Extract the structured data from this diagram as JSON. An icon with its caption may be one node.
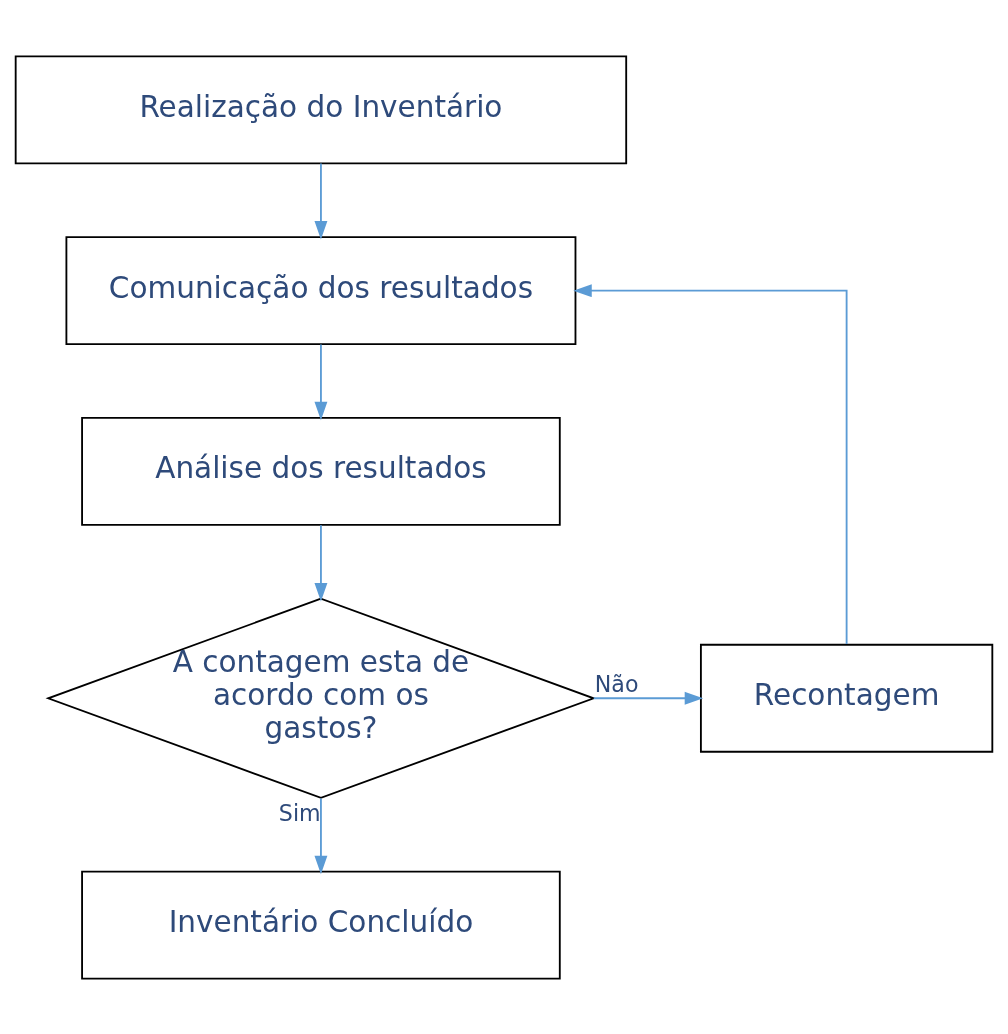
{
  "diagram": {
    "nodes": [
      {
        "text": [
          "Realização do Inventário"
        ]
      },
      {
        "text": [
          "Comunicação dos resultados"
        ]
      },
      {
        "text": [
          "Análise dos resultados"
        ]
      },
      {
        "text": [
          "A contagem esta de acordo com os gastos?"
        ]
      },
      {
        "text": [
          "Recontagem"
        ]
      },
      {
        "text": [
          "Inventário Concluído"
        ]
      }
    ],
    "edges": [
      {
        "from": 0,
        "to": 1,
        "arrow": "to"
      },
      {
        "from": 1,
        "to": 2,
        "arrow": "to"
      },
      {
        "from": 2,
        "to": 3,
        "arrow": "to"
      },
      {
        "from": 3,
        "to": 4,
        "arrow": "to",
        "label": "Não"
      },
      {
        "from": 4,
        "to": 1,
        "arrow": "to"
      },
      {
        "from": 3,
        "to": 5,
        "arrow": "to",
        "label": "Sim"
      }
    ]
  }
}
